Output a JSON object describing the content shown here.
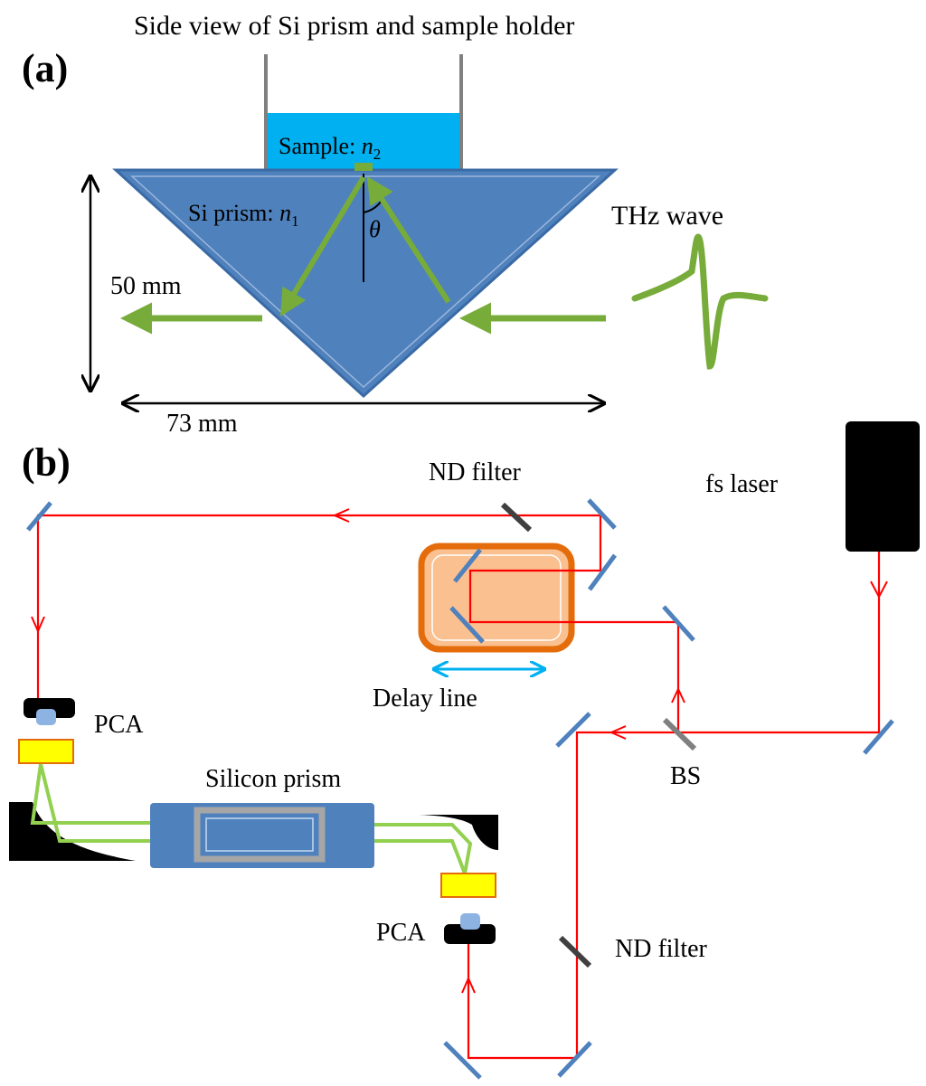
{
  "panel_a": {
    "title": "Side view of  Si prism and sample holder",
    "tag": "(a)",
    "sample_label": "Sample: ",
    "sample_var": "n",
    "sample_sub": "2",
    "prism_label": "Si prism: ",
    "prism_var": "n",
    "prism_sub": "1",
    "angle_symbol": "θ",
    "wave_label": "THz wave",
    "height_label": "50 mm",
    "width_label": "73 mm",
    "colors": {
      "prism": "#4f81bd",
      "sample": "#00b0f0",
      "beam": "#77ac3a",
      "holder": "#808080"
    }
  },
  "panel_b": {
    "tag": "(b)",
    "nd_filter_top": "ND filter",
    "fs_laser": "fs laser",
    "delay_line": "Delay line",
    "pca_left": "PCA",
    "pca_right": "PCA",
    "silicon_prism": "Silicon prism",
    "bs": "BS",
    "nd_filter_bottom": "ND filter",
    "colors": {
      "laser_beam": "#ff0000",
      "thz_beam": "#92d050",
      "stage": "#f79646",
      "stage_fill": "#fac090",
      "pca_chip": "#ffff00",
      "mirror": "#4f81bd",
      "delay_arrow": "#00b0f0"
    }
  }
}
